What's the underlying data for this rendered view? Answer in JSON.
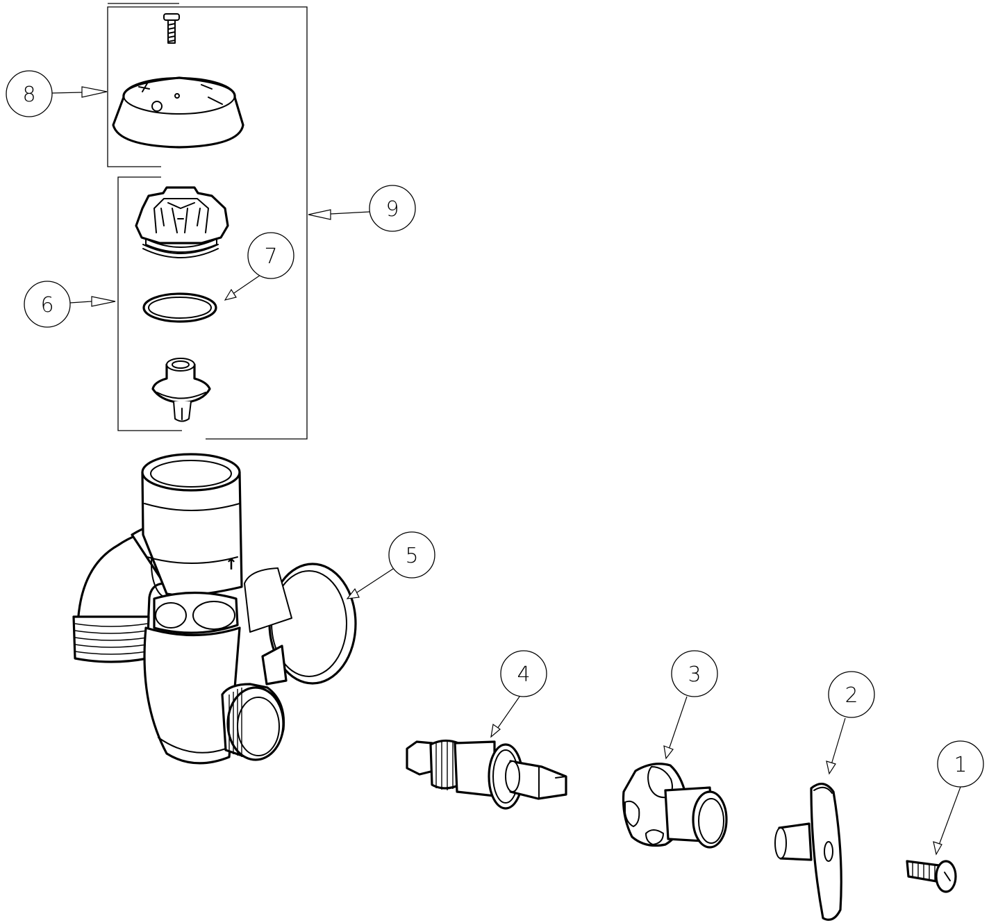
{
  "callouts": [
    {
      "id": "c1",
      "label": "1"
    },
    {
      "id": "c2",
      "label": "2"
    },
    {
      "id": "c3",
      "label": "3"
    },
    {
      "id": "c4",
      "label": "4"
    },
    {
      "id": "c5",
      "label": "5"
    },
    {
      "id": "c6",
      "label": "6"
    },
    {
      "id": "c7",
      "label": "7"
    },
    {
      "id": "c8",
      "label": "8"
    },
    {
      "id": "c9",
      "label": "9"
    }
  ],
  "flow_arrow_symbol": "↑"
}
